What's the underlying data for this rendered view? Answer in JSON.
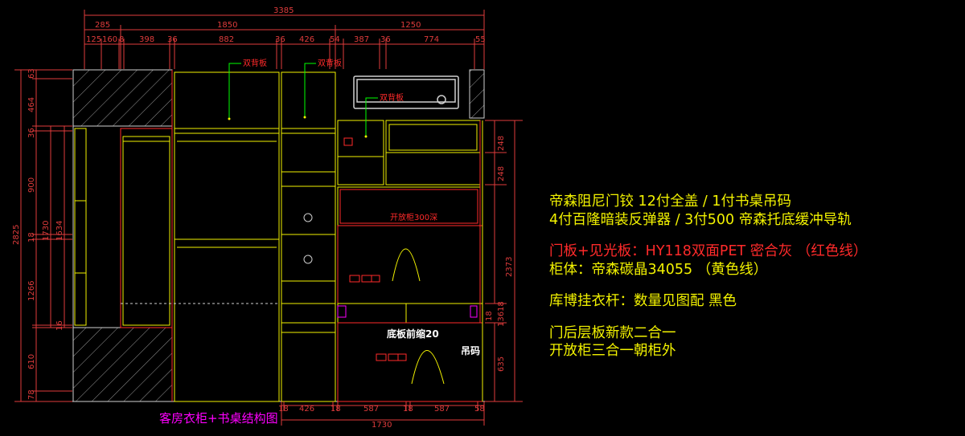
{
  "colors": {
    "background": "#000000",
    "cabinet_line": "#f2f200",
    "door_line": "#ff2a2a",
    "dimension": "#e03c3c",
    "leader": "#00ff00",
    "title": "#ff00ff",
    "wall_line": "#cfcfcf"
  },
  "dims": {
    "top": {
      "overall": "3385",
      "row2": [
        "285",
        "1850",
        "1250"
      ],
      "row3": [
        "125",
        "160",
        "8",
        "398",
        "36",
        "882",
        "36",
        "426",
        "54",
        "387",
        "36",
        "774",
        "55"
      ]
    },
    "left": [
      "63",
      "464",
      "36",
      "900",
      "18",
      "1730",
      "1634",
      "1266",
      "16",
      "610",
      "78",
      "2825"
    ],
    "right": [
      "248",
      "248",
      "18",
      "2373",
      "18",
      "136",
      "635"
    ],
    "bottom": {
      "row1": [
        "18",
        "426",
        "18",
        "587",
        "18",
        "587",
        "58"
      ],
      "total": "1730"
    }
  },
  "labels": {
    "double_back_1": "双背板",
    "double_back_2": "双背板",
    "double_back_3": "双背板",
    "open_cabinet": "开放柜300深",
    "bottom_setback": "底板前缩20",
    "hanger": "吊码"
  },
  "title": "客房衣柜+书桌结构图",
  "notes": {
    "line1": "帝森阻尼门铰  12付全盖  /  1付书桌吊码",
    "line2": "4付百隆暗装反弹器  /  3付500 帝森托底缓冲导轨",
    "line3": "门板+见光板：HY118双面PET 密合灰  （红色线）",
    "line4": "柜体：帝森碳晶34055 （黄色线）",
    "line5": "库博挂衣杆：数量见图配  黑色",
    "line6": "门后层板新款二合一",
    "line7": "开放柜三合一朝柜外"
  }
}
